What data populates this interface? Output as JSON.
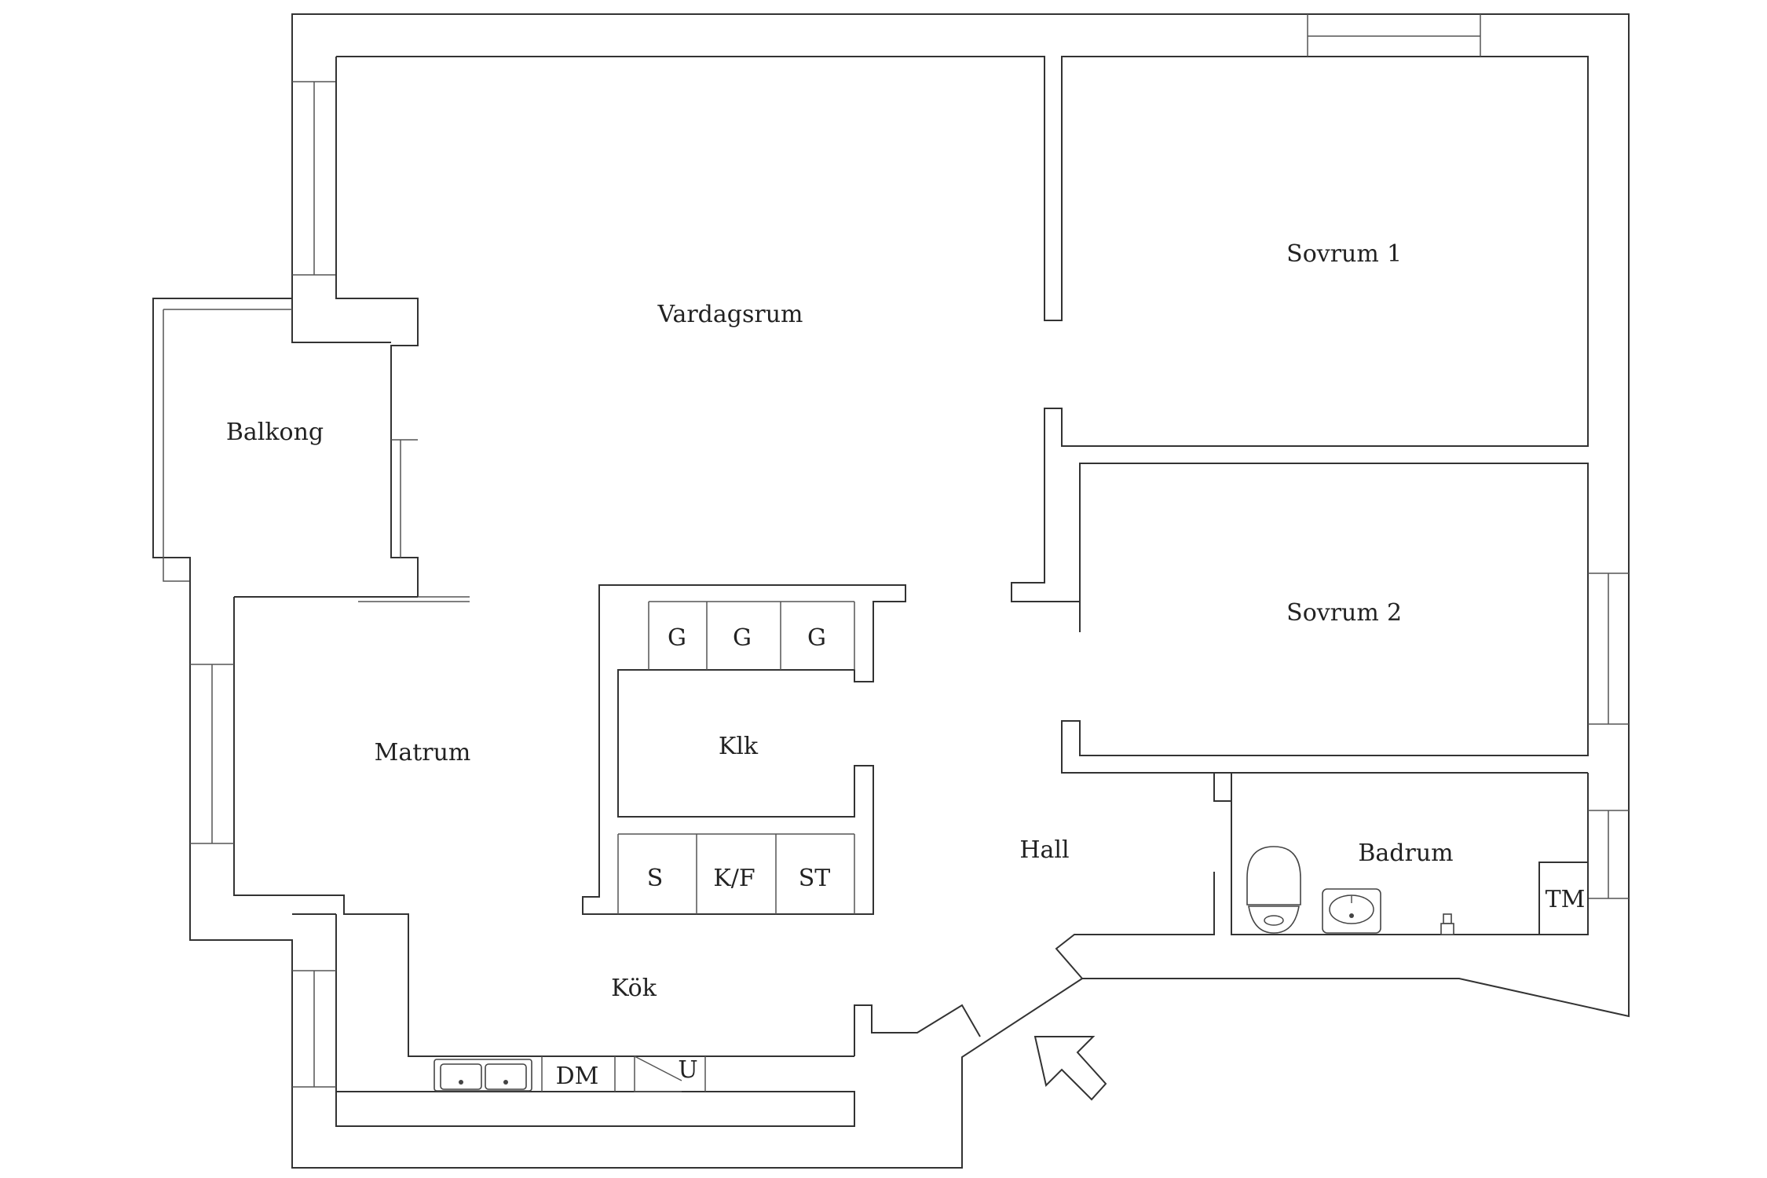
{
  "plan": {
    "rooms": {
      "vardagsrum": "Vardagsrum",
      "sovrum1": "Sovrum",
      "sovrum1_num": "1",
      "sovrum2": "Sovrum",
      "sovrum2_num": "2",
      "balkong": "Balkong",
      "matrum": "Matrum",
      "klk": "Klk",
      "hall": "Hall",
      "badrum": "Badrum",
      "kok": "Kök"
    },
    "fixtures": {
      "g": "G",
      "s": "S",
      "kf": "K/F",
      "st": "ST",
      "tm": "TM",
      "dm": "DM",
      "u": "U"
    },
    "colors": {
      "line": "#333333",
      "background": "#ffffff"
    }
  }
}
